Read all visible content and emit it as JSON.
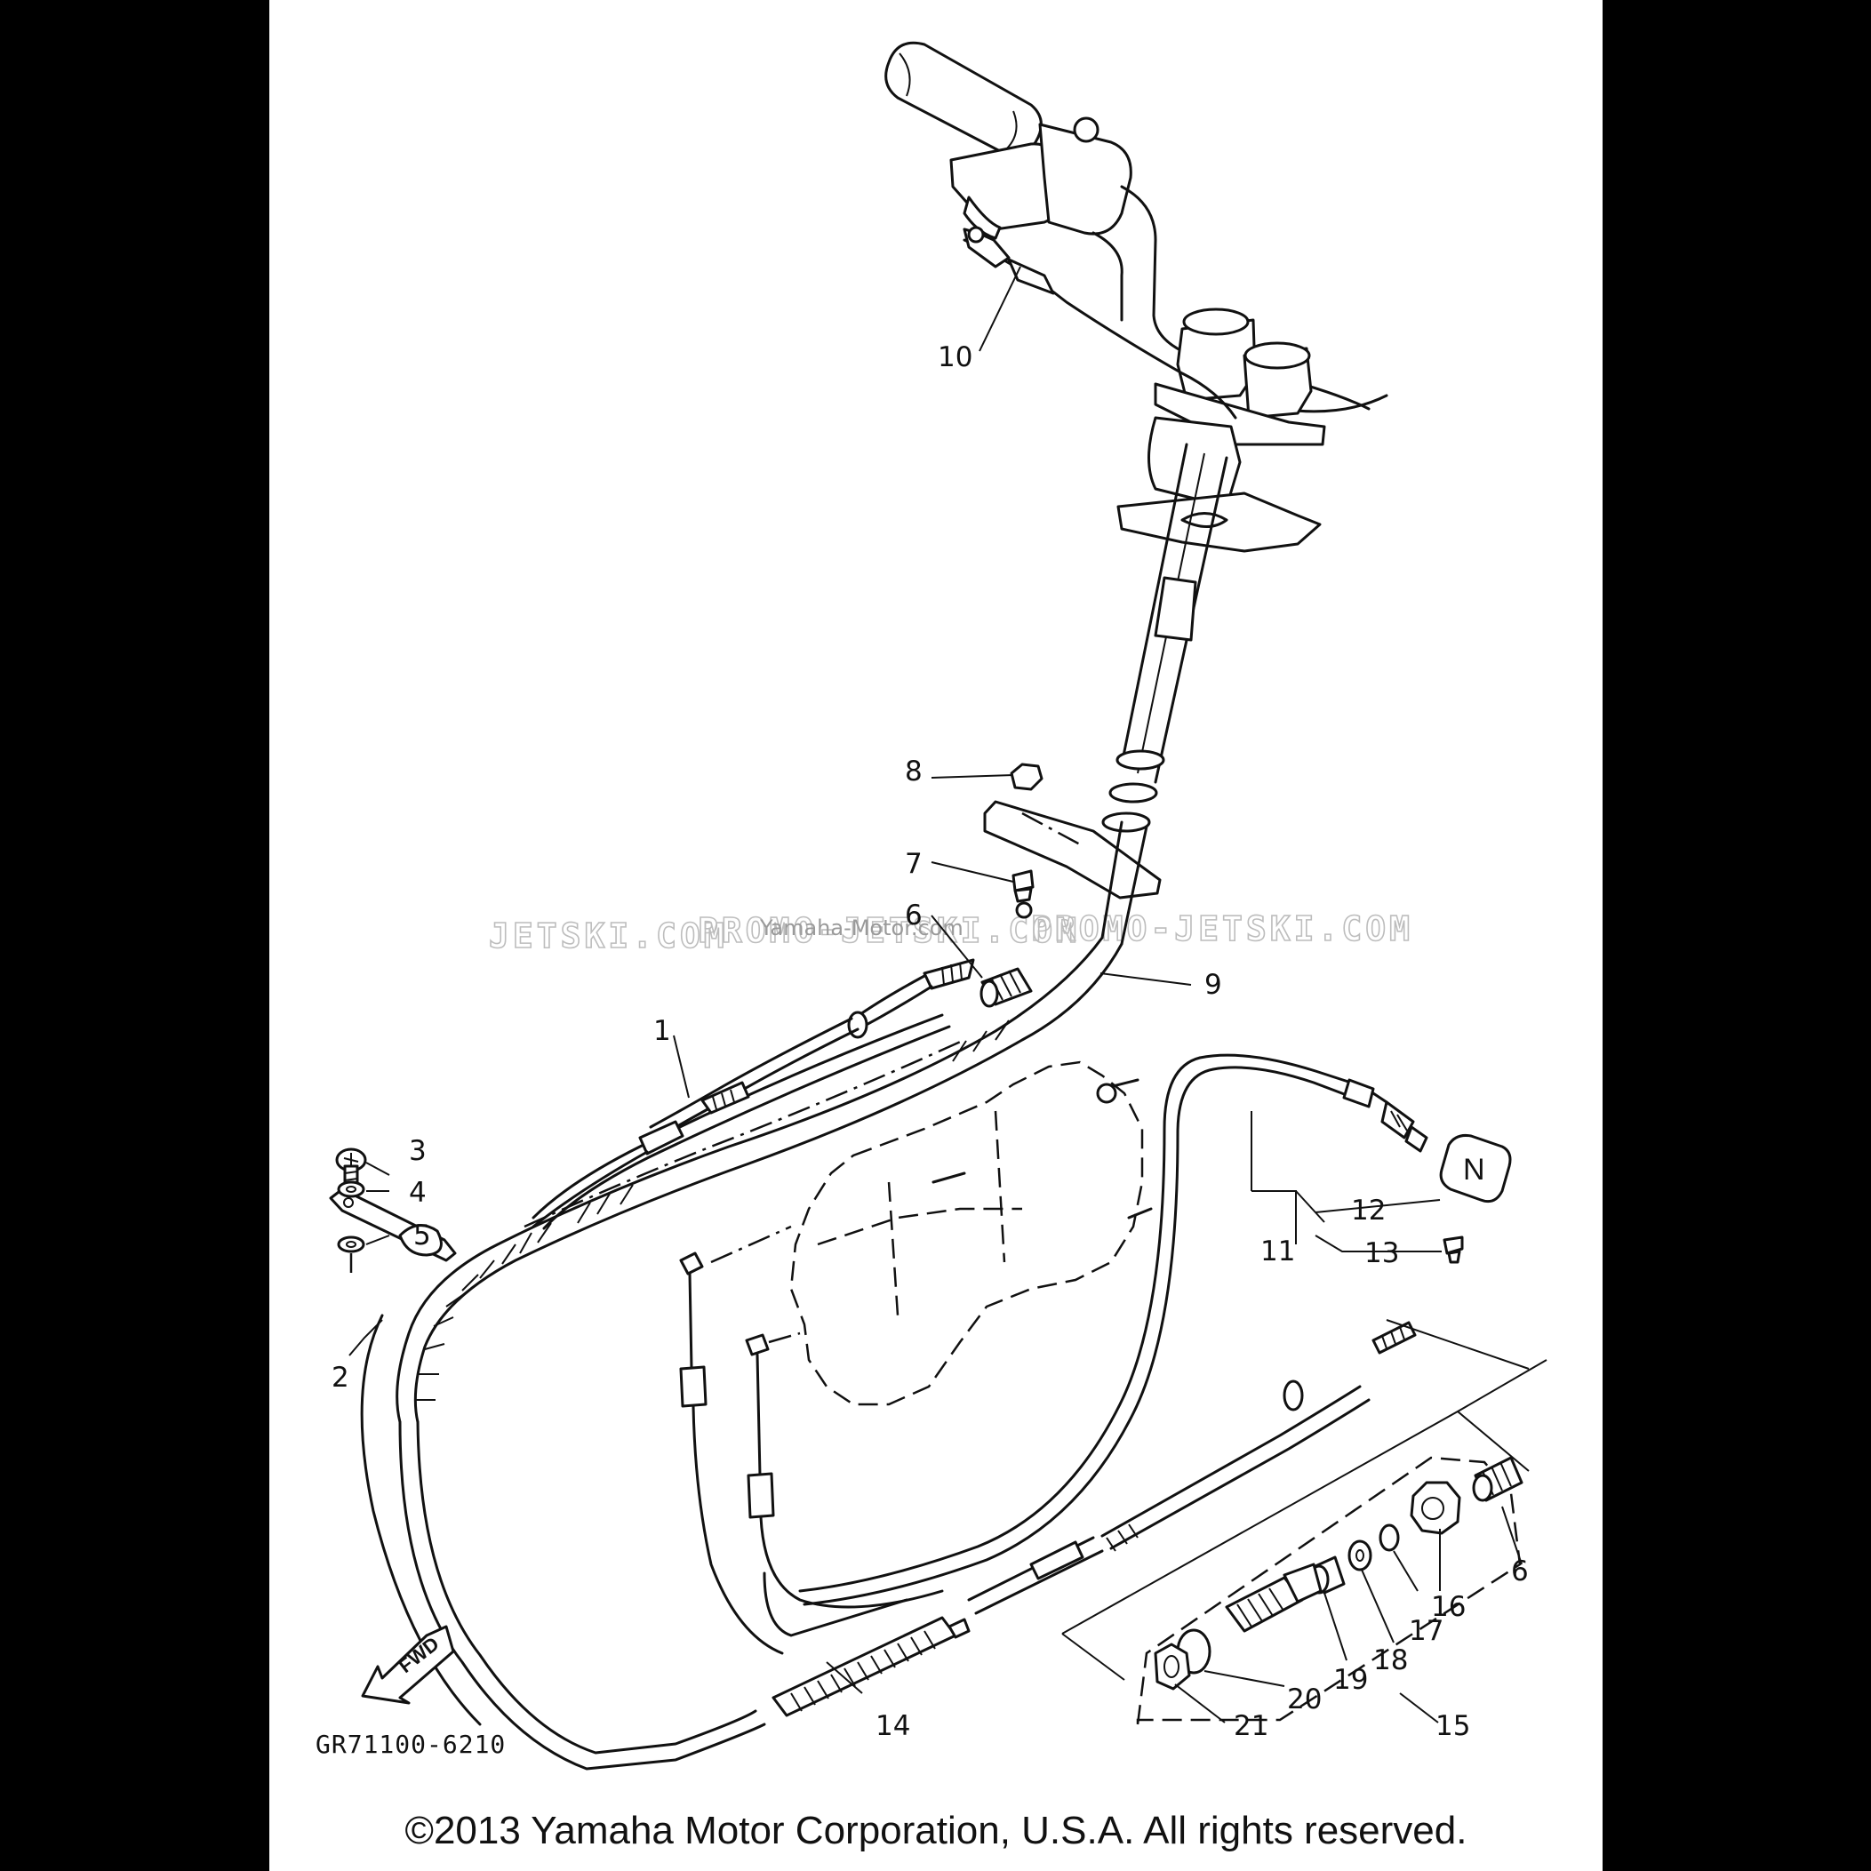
{
  "callouts": [
    {
      "n": "1"
    },
    {
      "n": "2"
    },
    {
      "n": "3"
    },
    {
      "n": "4"
    },
    {
      "n": "5"
    },
    {
      "n": "6"
    },
    {
      "n": "7"
    },
    {
      "n": "8"
    },
    {
      "n": "9"
    },
    {
      "n": "10"
    },
    {
      "n": "11"
    },
    {
      "n": "12"
    },
    {
      "n": "13"
    },
    {
      "n": "14"
    },
    {
      "n": "15"
    },
    {
      "n": "16"
    },
    {
      "n": "17"
    },
    {
      "n": "18"
    },
    {
      "n": "19"
    },
    {
      "n": "20"
    },
    {
      "n": "21"
    },
    {
      "n": "6"
    }
  ],
  "neutral_label": "N",
  "fwd_label": "FWD",
  "drawing_code": "GR71100-6210",
  "watermark": {
    "left": "JETSKI.COM",
    "middle": "PROMO-JETSKI.COM",
    "overlay": "Yamaha-Motor.com",
    "right": "PROMO-JETSKI.COM"
  },
  "copyright": "©2013 Yamaha Motor Corporation, U.S.A. All rights reserved.",
  "colors": {
    "background": "#000000",
    "sheet": "#ffffff",
    "ink": "#111111",
    "watermark": "#bdbdbd"
  }
}
